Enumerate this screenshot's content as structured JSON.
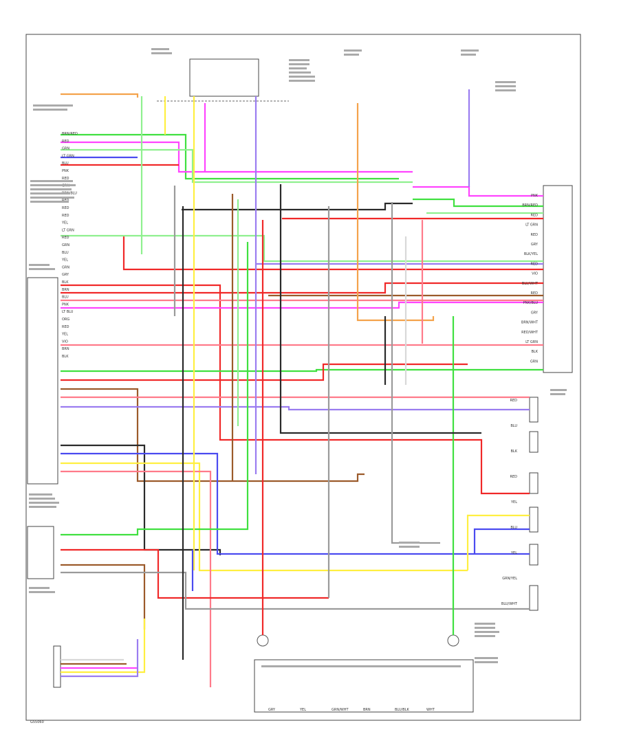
{
  "colors": {
    "red": "#f02828",
    "pink": "#ff7a8a",
    "green": "#3fe03f",
    "lightgreen": "#8ef08e",
    "blue": "#4a4af0",
    "violet": "#9a7cf0",
    "magenta": "#ff44ff",
    "yellow": "#ffef40",
    "orange": "#f4a24a",
    "brown": "#9b5a2a",
    "black": "#2a2a2a",
    "gray": "#9a9a9a",
    "white": "#d8d8d8",
    "lightblue": "#8cc8ff"
  },
  "connector_labels": {
    "left": [
      "BRN/RED",
      "RED",
      "GRN",
      "LT GRN",
      "BLU",
      "PNK",
      "RED",
      "GRN",
      "BRN/BLU",
      "RED",
      "RED",
      "RED",
      "YEL",
      "LT GRN",
      "RED",
      "GRN",
      "BLU",
      "YEL",
      "GRN",
      "GRY",
      "BLK",
      "BRN",
      "BLU",
      "PNK",
      "LT BLU",
      "ORG",
      "RED",
      "YEL",
      "VIO",
      "BRN",
      "BLK"
    ],
    "right": [
      "PNK",
      "BRN/RED",
      "RED",
      "LT GRN",
      "RED",
      "GRY",
      "BLK/YEL",
      "RED",
      "VIO",
      "BLU/WHT",
      "RED",
      "PNK/BLU",
      "GRY",
      "BRN/WHT",
      "RED/WHT",
      "LT GRN",
      "BLK",
      "GRN"
    ]
  },
  "speaker_labels": [
    "RED",
    "BLU",
    "BLK",
    "RED",
    "YEL",
    "BLU",
    "YEL",
    "GRN/YEL",
    "BLU/WHT"
  ],
  "bottom_labels": [
    "GRY",
    "YEL",
    "GRN/WHT",
    "BRN",
    "BLU/BLK",
    "WHT"
  ],
  "fig_label": "G55060"
}
